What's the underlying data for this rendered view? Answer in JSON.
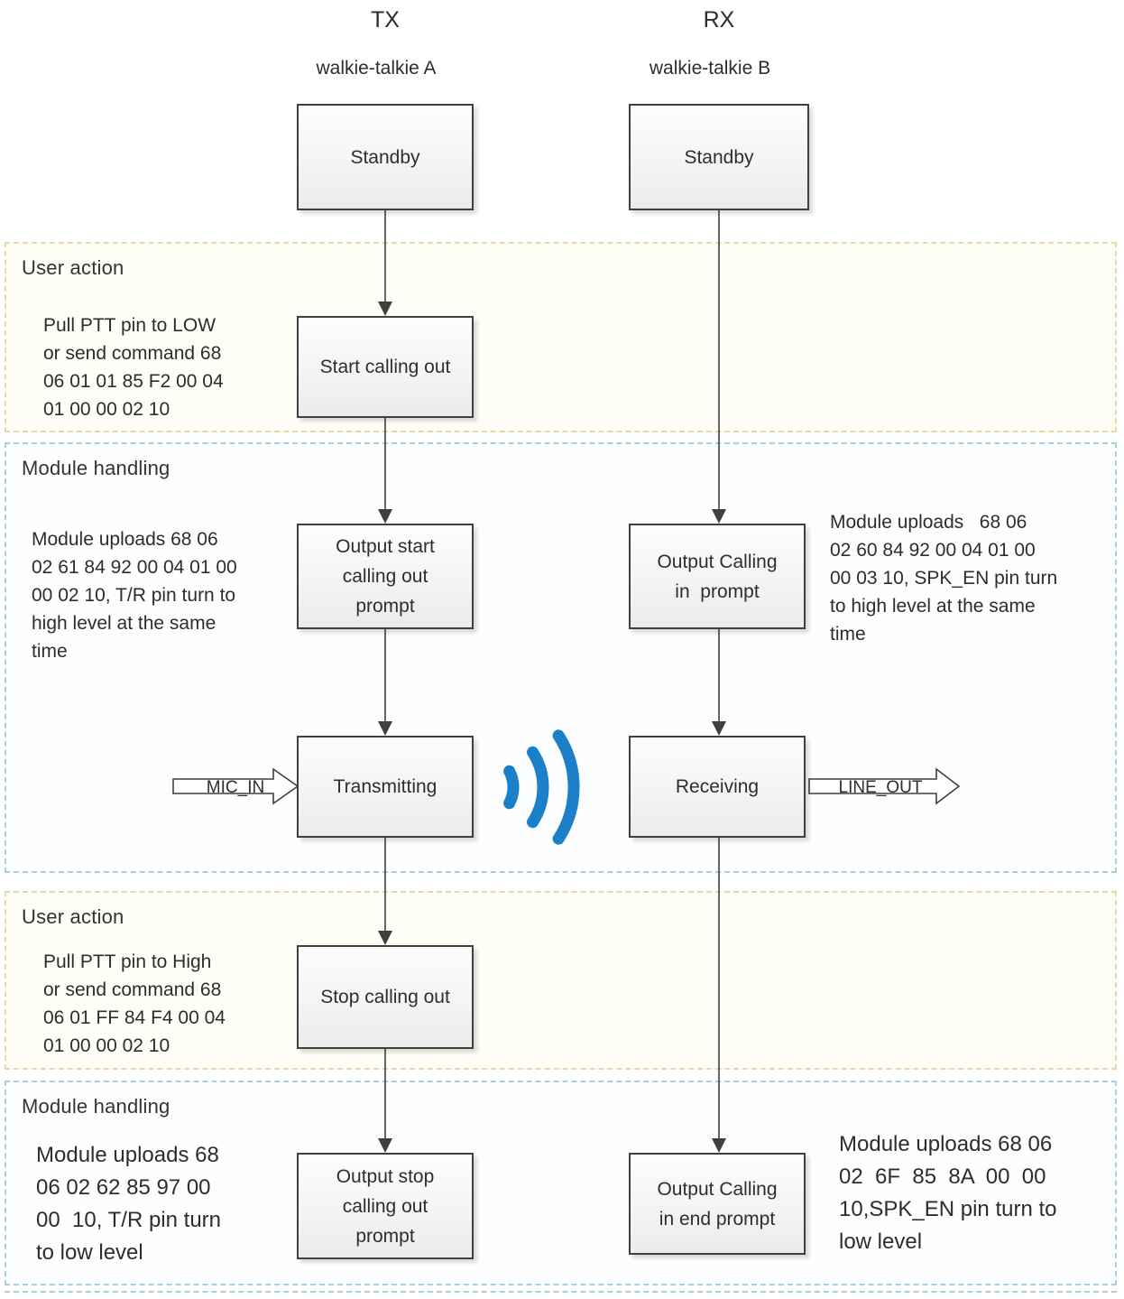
{
  "diagram": {
    "tx": {
      "header": "TX",
      "device": "walkie-talkie A"
    },
    "rx": {
      "header": "RX",
      "device": "walkie-talkie B"
    }
  },
  "bands": {
    "user_action_1": {
      "label": "User action"
    },
    "module_handling_1": {
      "label": "Module handling"
    },
    "user_action_2": {
      "label": "User action"
    },
    "module_handling_2": {
      "label": "Module handling"
    }
  },
  "boxes": {
    "standby_a": "Standby",
    "standby_b": "Standby",
    "start_call": "Start calling out",
    "output_start": "Output start\ncalling out\nprompt",
    "transmitting": "Transmitting",
    "stop_call": "Stop calling out",
    "output_stop": "Output stop\ncalling out\nprompt",
    "calling_in": "Output Calling\nin  prompt",
    "receiving": "Receiving",
    "calling_end": "Output Calling\nin end prompt"
  },
  "annotations": {
    "user_action_1": "Pull PTT pin to LOW\nor send command 68\n06 01 01 85 F2 00 04\n01 00 00 02 10",
    "module_1_left": "Module uploads 68 06\n02 61 84 92 00 04 01 00\n00 02 10, T/R pin turn to\nhigh level at the same\ntime",
    "module_1_right": "Module uploads   68 06\n02 60 84 92 00 04 01 00\n00 03 10, SPK_EN pin turn\nto high level at the same\ntime",
    "user_action_2": "Pull PTT pin to High\nor send command 68\n06 01 FF 84 F4 00 04\n01 00 00 02 10",
    "module_2_left": "Module uploads 68\n06 02 62 85 97 00\n00  10, T/R pin turn\nto low level",
    "module_2_right": "Module uploads 68 06\n02  6F  85  8A  00  00\n10,SPK_EN pin turn to\nlow level"
  },
  "signals": {
    "mic_in": "MIC_IN",
    "line_out": "LINE_OUT"
  },
  "icons": {
    "rf_signal": "wifi-waves-icon"
  },
  "colors": {
    "user_band_border": "#e8d9a2",
    "module_band_border": "#a9cee0",
    "box_border": "#3f3f3f",
    "arrow": "#3f3f3f",
    "rf_signal_blue": "#1b80c8"
  }
}
